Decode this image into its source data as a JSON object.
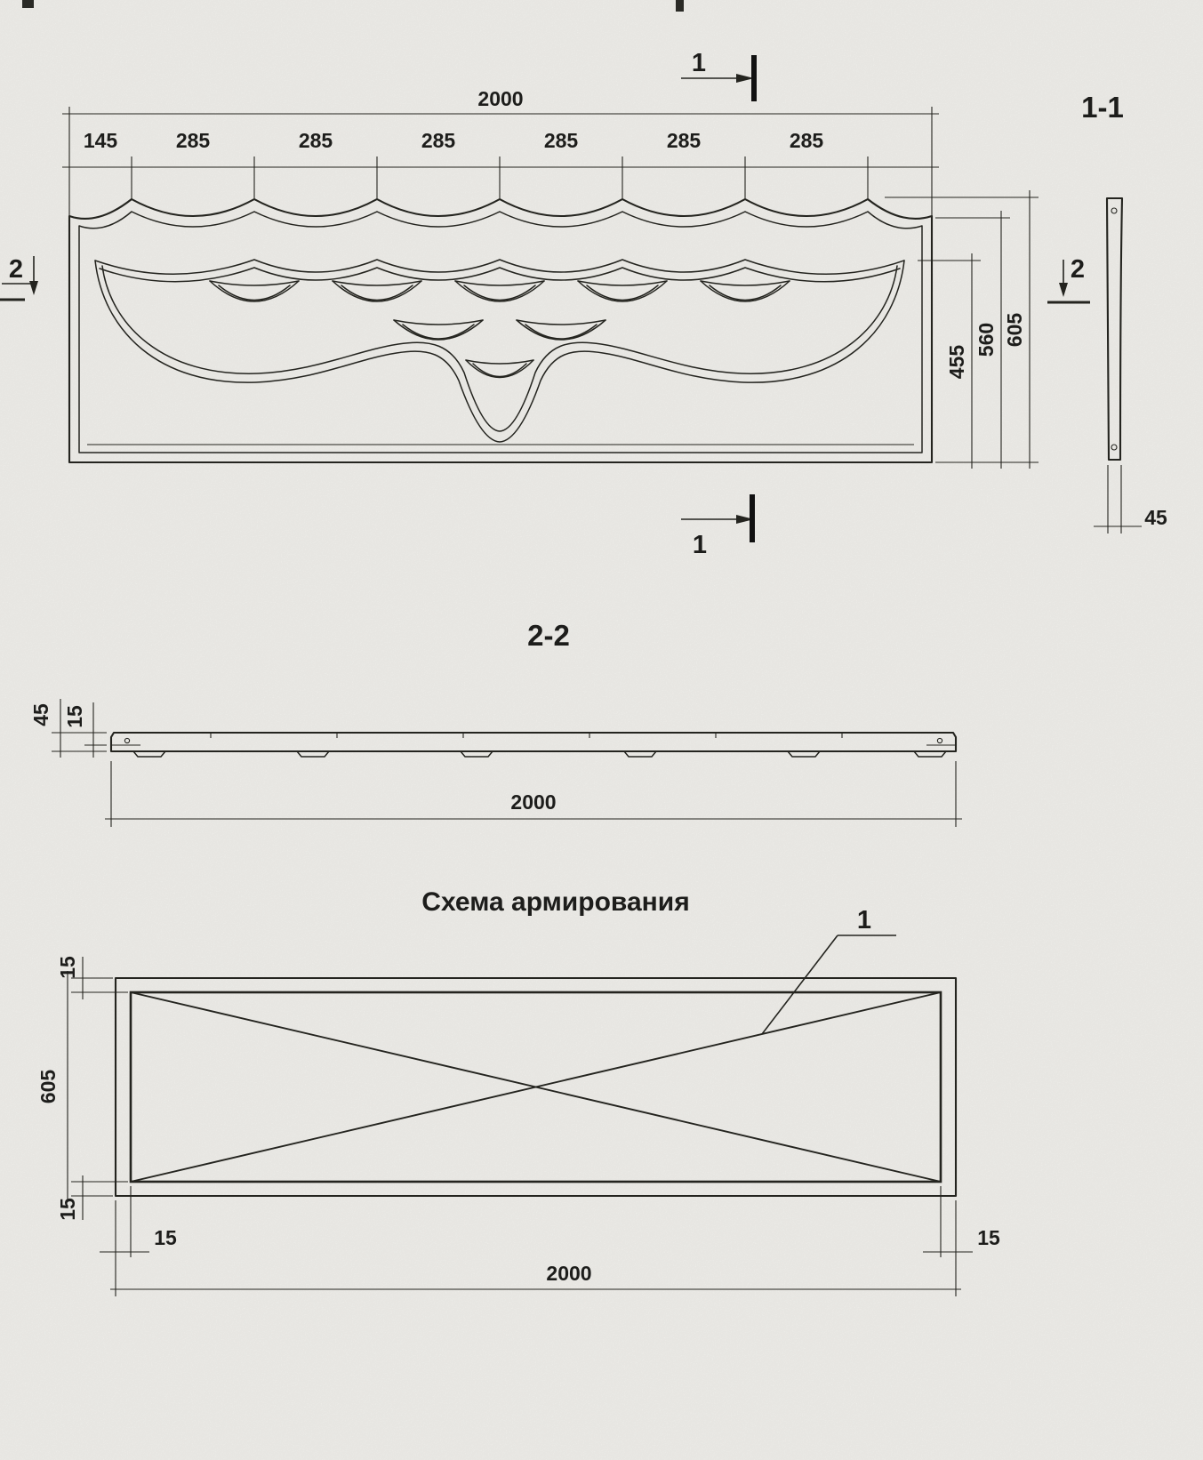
{
  "front": {
    "dim_overall": "2000",
    "segments": [
      "145",
      "285",
      "285",
      "285",
      "285",
      "285",
      "285"
    ],
    "dim_455": "455",
    "dim_560": "560",
    "dim_605": "605",
    "mark1_top": "1",
    "mark1_bottom": "1",
    "mark2_left": "2",
    "mark2_right": "2"
  },
  "section11": {
    "label": "1-1",
    "dim_width": "45"
  },
  "section22": {
    "label": "2-2",
    "dim_height": "45",
    "dim_thickness": "15",
    "dim_length": "2000"
  },
  "reinforcement": {
    "title": "Схема армирования",
    "callout": "1",
    "dim_height": "605",
    "dim_inset_top": "15",
    "dim_inset_bottom": "15",
    "dim_inset_left": "15",
    "dim_inset_right": "15",
    "dim_length": "2000"
  },
  "colors": {
    "ink": "#24241f",
    "paper": "#f6f5f1"
  }
}
